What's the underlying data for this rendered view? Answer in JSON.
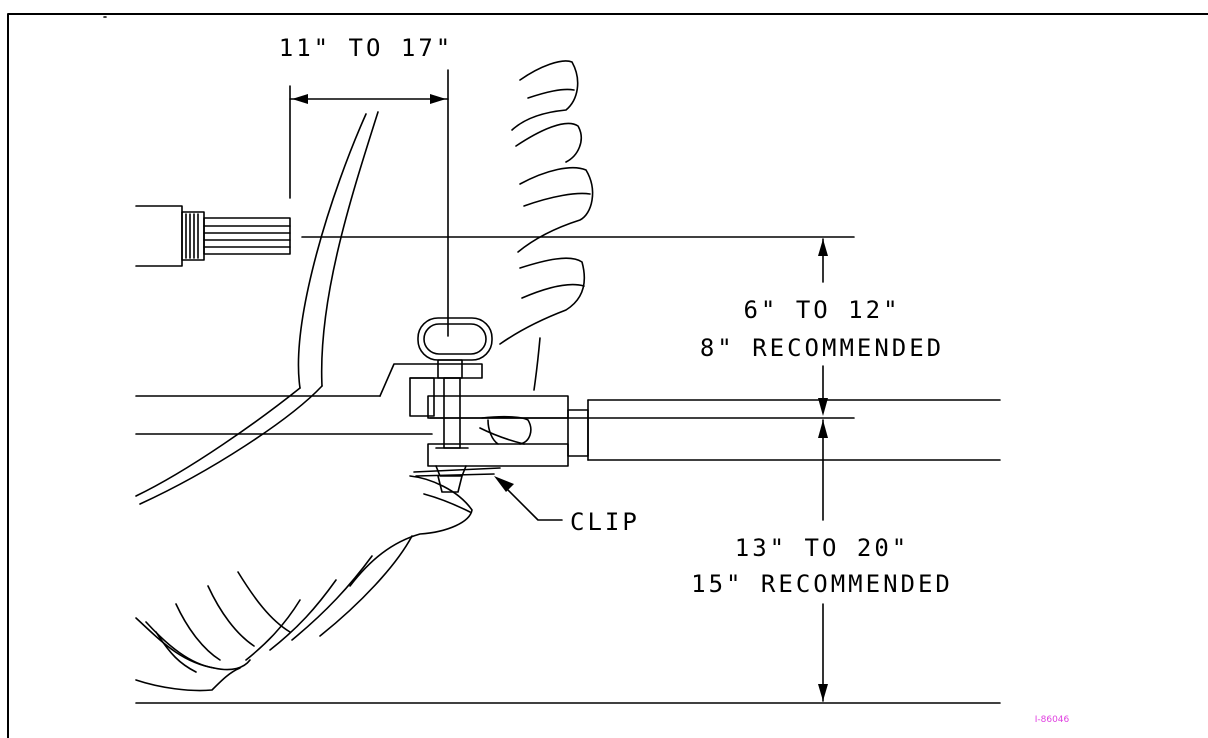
{
  "diagram": {
    "dims": {
      "pto_distance": "11\" TO 17\"",
      "drawbar_height_range": "6\" TO 12\"",
      "drawbar_height_recommended": "8\" RECOMMENDED",
      "ground_height_range": "13\" TO 20\"",
      "ground_height_recommended": "15\" RECOMMENDED"
    },
    "labels": {
      "clip": "CLIP"
    },
    "ref_code": "I-86046",
    "colors": {
      "lines": "#000000",
      "ref_code": "#e040e0",
      "background": "#ffffff"
    }
  }
}
